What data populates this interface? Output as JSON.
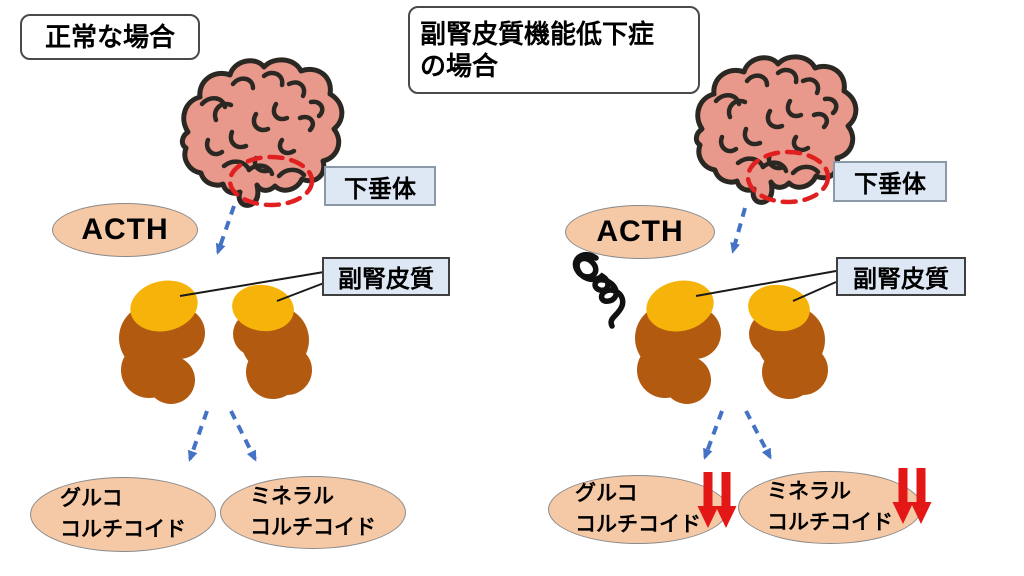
{
  "colors": {
    "background": "#ffffff",
    "text": "#000000",
    "title_box_border": "#4a4a4a",
    "brain_fill": "#e8998b",
    "brain_outline": "#2b2823",
    "pituitary_highlight": "#e02020",
    "label_box_bg": "#dee8f4",
    "label_box_border": "#8a98a8",
    "cortex_box_border": "#3f3f3f",
    "ellipse_fill": "#f6c9a6",
    "ellipse_border": "#8a8a8a",
    "adrenal_cortex": "#f6b40a",
    "adrenal_medulla": "#b25a10",
    "arrow_blue": "#4472c4",
    "arrow_red": "#e41717",
    "scribble": "#111111",
    "pointer_line": "#1a1a1a"
  },
  "left_panel": {
    "title": "正常な場合",
    "acth": "ACTH",
    "pituitary_label": "下垂体",
    "adrenal_cortex_label": "副腎皮質",
    "hormone1": {
      "line1": "グルコ",
      "line2": "コルチコイド"
    },
    "hormone2": {
      "line1": "ミネラル",
      "line2": "コルチコイド"
    }
  },
  "right_panel": {
    "title_line1": "副腎皮質機能低下症",
    "title_line2": "の場合",
    "acth": "ACTH",
    "pituitary_label": "下垂体",
    "adrenal_cortex_label": "副腎皮質",
    "hormone1": {
      "line1": "グルコ",
      "line2": "コルチコイド"
    },
    "hormone2": {
      "line1": "ミネラル",
      "line2": "コルチコイド"
    },
    "acth_decrease_indicator": "scribble-icon",
    "hormone_decrease_indicator": "double-down-arrow-icon"
  }
}
